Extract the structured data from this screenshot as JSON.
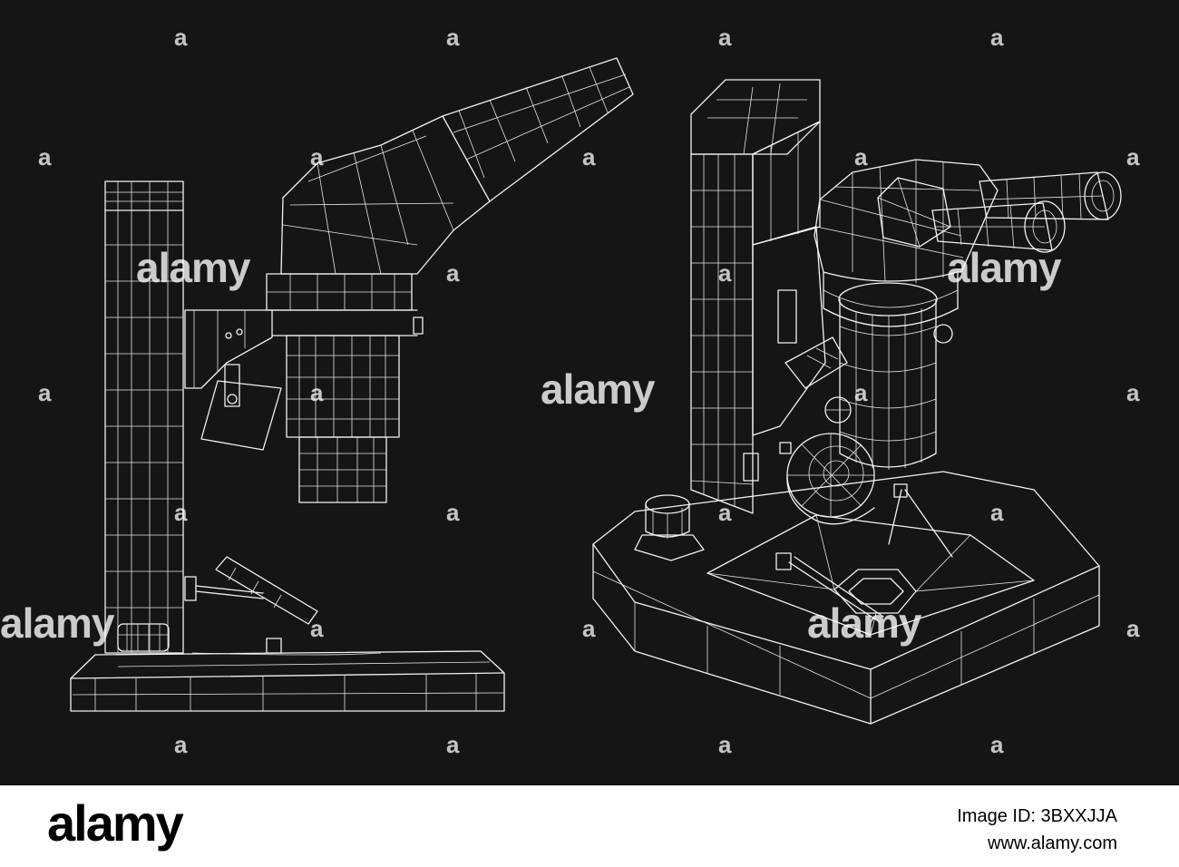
{
  "watermark": {
    "brand": "alamy",
    "letter": "a"
  },
  "footer": {
    "logo": "alamy",
    "image_id": "Image ID: 3BXXJJA",
    "url": "www.alamy.com"
  },
  "colors": {
    "background": "#151515",
    "line": "#f2f2f2",
    "footer_bg": "#ffffff",
    "footer_text": "#000000"
  }
}
